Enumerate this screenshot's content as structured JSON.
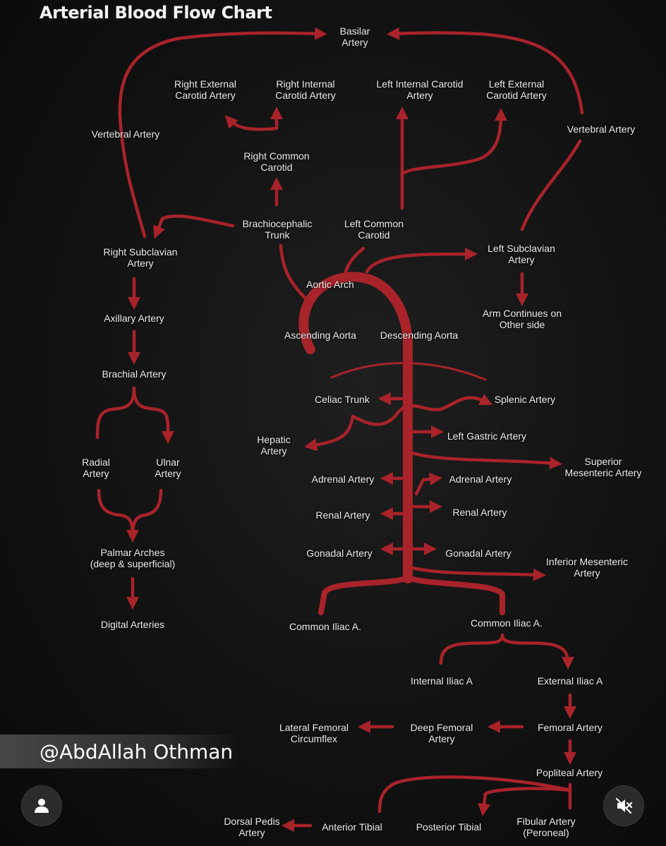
{
  "title": "Arterial Blood Flow Chart",
  "colors": {
    "vessel": "#a8232a",
    "vessel_dark": "#6d1218",
    "background": "#141414",
    "text": "#ececec"
  },
  "labels": {
    "basilar": "Basilar\nArtery",
    "r_ext_carotid": "Right External\nCarotid Artery",
    "r_int_carotid": "Right Internal\nCarotid Artery",
    "l_int_carotid": "Left Internal Carotid\nArtery",
    "l_ext_carotid": "Left External\nCarotid Artery",
    "vertebral_r": "Vertebral Artery",
    "vertebral_l": "Vertebral Artery",
    "r_common_carotid": "Right Common\nCarotid",
    "brachiocephalic": "Brachiocephalic\nTrunk",
    "l_common_carotid": "Left Common\nCarotid",
    "r_subclavian": "Right Subclavian\nArtery",
    "l_subclavian": "Left Subclavian\nArtery",
    "aortic_arch": "Aortic Arch",
    "arm_continues": "Arm Continues on\nOther side",
    "axillary": "Axillary Artery",
    "ascending_aorta": "Ascending Aorta",
    "descending_aorta": "Descending Aorta",
    "brachial": "Brachial Artery",
    "celiac": "Celiac Trunk",
    "splenic": "Splenic Artery",
    "hepatic": "Hepatic\nArtery",
    "left_gastric": "Left Gastric Artery",
    "radial": "Radial\nArtery",
    "ulnar": "Ulnar\nArtery",
    "sup_mesenteric": "Superior\nMesenteric Artery",
    "adrenal_l": "Adrenal Artery",
    "adrenal_r": "Adrenal Artery",
    "renal_l": "Renal Artery",
    "renal_r": "Renal Artery",
    "palmar": "Palmar Arches\n(deep & superficial)",
    "gonadal_l": "Gonadal Artery",
    "gonadal_r": "Gonadal Artery",
    "inf_mesenteric": "Inferior Mesenteric\nArtery",
    "digital": "Digital Arteries",
    "common_iliac_l": "Common Iliac A.",
    "common_iliac_r": "Common Iliac A.",
    "internal_iliac": "Internal Iliac A",
    "external_iliac": "External Iliac A",
    "lat_fem_circ": "Lateral Femoral\nCircumflex",
    "deep_femoral": "Deep Femoral\nArtery",
    "femoral": "Femoral Artery",
    "popliteal": "Popliteal Artery",
    "dorsal_pedis": "Dorsal Pedis\nArtery",
    "anterior_tibial": "Anterior Tibial",
    "posterior_tibial": "Posterior Tibial",
    "fibular": "Fibular Artery\n(Peroneal)"
  },
  "watermark": "@AbdAllah Othman",
  "controls": {
    "profile_icon": "person-icon",
    "mute_icon": "speaker-muted-icon"
  }
}
